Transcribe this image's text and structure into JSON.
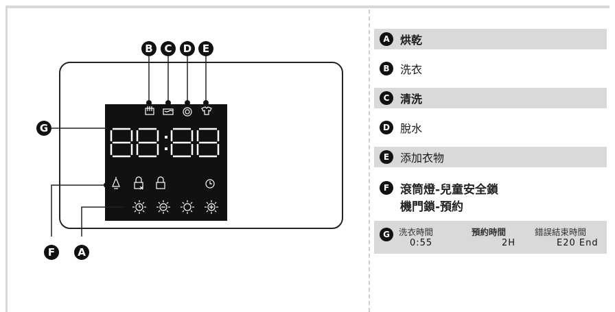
{
  "callouts": {
    "A": "A",
    "B": "B",
    "C": "C",
    "D": "D",
    "E": "E",
    "F": "F",
    "G": "G"
  },
  "display": {
    "digits": "88:88"
  },
  "legend": {
    "rows": [
      {
        "key": "A",
        "label": "烘乾"
      },
      {
        "key": "B",
        "label": "洗衣"
      },
      {
        "key": "C",
        "label": "清洗"
      },
      {
        "key": "D",
        "label": "脫水"
      },
      {
        "key": "E",
        "label": "添加衣物"
      }
    ],
    "f": {
      "key": "F",
      "line1": "滾筒燈-兒童安全鎖",
      "line2": "機門鎖-預約"
    },
    "g": {
      "key": "G",
      "cols": [
        {
          "header": "洗衣時間",
          "value": "0:55"
        },
        {
          "header": "預約時間",
          "value": "2H"
        },
        {
          "header": "錯誤結束時間",
          "value": "E20 End"
        }
      ]
    }
  },
  "colors": {
    "lcd": "#111111",
    "icon": "#ffffff",
    "shade": "#d9d9d9"
  },
  "icons": [
    "wash-hand-icon",
    "wash-tub-icon",
    "spin-icon",
    "add-clothes-icon",
    "lamp-icon",
    "child-lock-icon",
    "door-lock-icon",
    "clock-icon",
    "sun-timer-icon",
    "sun-minus-icon",
    "sun-icon",
    "sun-plus-icon"
  ]
}
